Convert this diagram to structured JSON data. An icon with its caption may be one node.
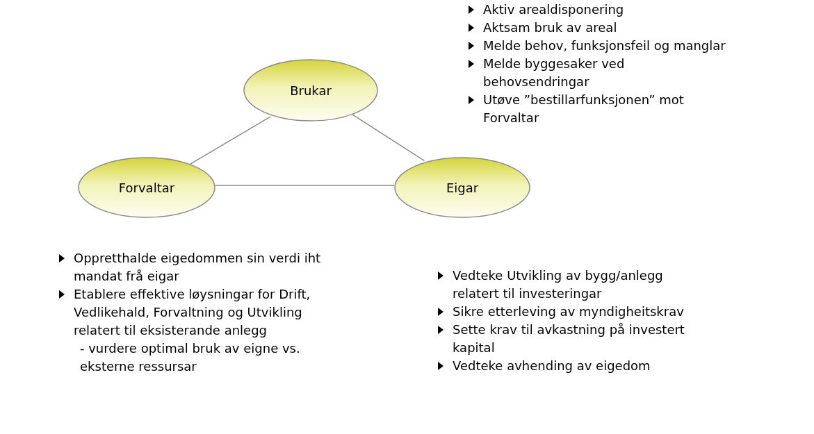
{
  "diagram": {
    "nodes": [
      {
        "text": [
          "Brukar"
        ],
        "beside": [
          "Aktiv arealdisponering",
          "Aktsam bruk av areal",
          "Melde behov, funksjonsfeil og manglar",
          "Melde byggesaker ved behovsendringar",
          "Utøve ”bestillarfunksjonen” mot Forvaltar"
        ]
      },
      {
        "text": [
          "Forvaltar"
        ],
        "beside": [
          "Oppretthalde eigedommen sin verdi iht mandat frå eigar",
          "Etablere effektive løysningar for Drift, Vedlikehald, Forvaltning og Utvikling relatert til eksisterande anlegg",
          "- vurdere optimal bruk av eigne vs. eksterne ressursar"
        ]
      },
      {
        "text": [
          "Eigar"
        ],
        "beside": [
          "Vedteke Utvikling av bygg/anlegg relatert til investeringar",
          "Sikre etterleving av myndigheitskrav",
          "Sette krav til avkastning på investert kapital",
          "Vedteke avhending av eigedom"
        ]
      }
    ],
    "edges": [
      {
        "from": 0,
        "to": 1,
        "arrow": "none"
      },
      {
        "from": 0,
        "to": 2,
        "arrow": "none"
      },
      {
        "from": 1,
        "to": 2,
        "arrow": "none"
      }
    ]
  }
}
